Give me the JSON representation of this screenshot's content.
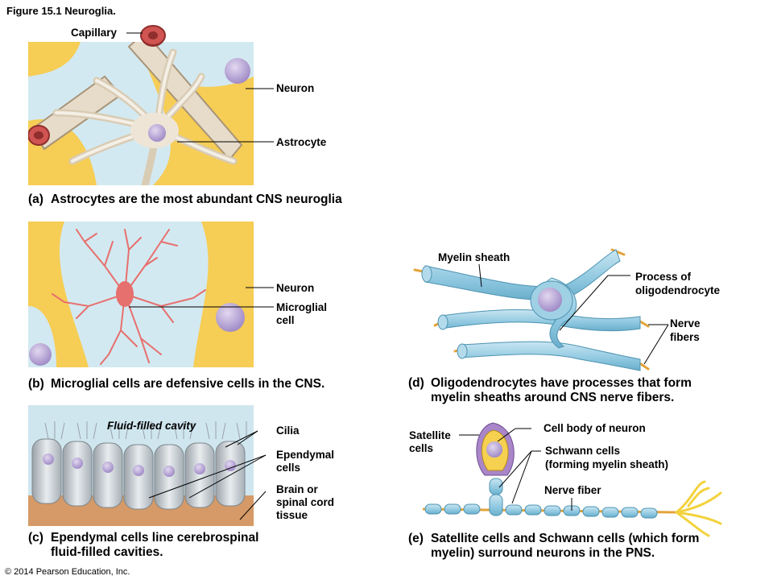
{
  "figure_title": "Figure 15.1 Neuroglia.",
  "panel_a": {
    "labels": {
      "capillary": "Capillary",
      "neuron": "Neuron",
      "astrocyte": "Astrocyte"
    },
    "caption_letter": "(a)",
    "caption": "Astrocytes are the most abundant CNS neuroglia"
  },
  "panel_b": {
    "labels": {
      "neuron": "Neuron",
      "microglial_1": "Microglial",
      "microglial_2": "cell"
    },
    "caption_letter": "(b)",
    "caption": "Microglial cells are defensive cells in the CNS."
  },
  "panel_c": {
    "labels": {
      "cavity": "Fluid-filled cavity",
      "cilia": "Cilia",
      "ependymal_1": "Ependymal",
      "ependymal_2": "cells",
      "brain_1": "Brain or",
      "brain_2": "spinal cord",
      "brain_3": "tissue"
    },
    "caption_letter": "(c)",
    "caption_line1": "Ependymal cells line cerebrospinal",
    "caption_line2": "fluid-filled cavities."
  },
  "panel_d": {
    "labels": {
      "myelin": "Myelin sheath",
      "process_1": "Process of",
      "process_2": "oligodendrocyte",
      "nerve_1": "Nerve",
      "nerve_2": "fibers"
    },
    "caption_letter": "(d)",
    "caption_line1": "Oligodendrocytes have processes that form",
    "caption_line2": "myelin sheaths around CNS nerve fibers."
  },
  "panel_e": {
    "labels": {
      "satellite_1": "Satellite",
      "satellite_2": "cells",
      "cell_body": "Cell body of neuron",
      "schwann_1": "Schwann cells",
      "schwann_2": "(forming myelin sheath)",
      "nerve_fiber": "Nerve fiber"
    },
    "caption_letter": "(e)",
    "caption_line1": "Satellite cells and Schwann cells (which form",
    "caption_line2": "myelin) surround neurons in the PNS."
  },
  "copyright": "© 2014 Pearson Education, Inc.",
  "colors": {
    "fluid_blue": "#cfe6ef",
    "tissue_yellow": "#f7cf52",
    "astrocyte_tan": "#e6dccb",
    "capillary_red": "#cf5452",
    "nucleus_purple": "#b9a6d6",
    "microglia_pink": "#e6706e",
    "ependymal_gray": "#d8dde0",
    "tissue_orange": "#d59a67",
    "myelin_blue": "#8fc8e0",
    "axon_gold": "#e2a43a"
  }
}
